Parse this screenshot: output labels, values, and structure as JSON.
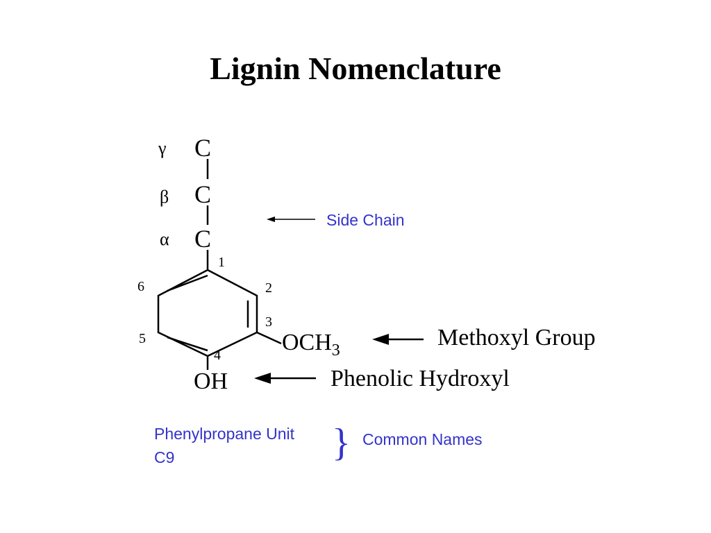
{
  "title": "Lignin Nomenclature",
  "greek": {
    "gamma": "γ",
    "beta": "β",
    "alpha": "α"
  },
  "carbons": {
    "c_gamma": "C",
    "c_beta": "C",
    "c_alpha": "C"
  },
  "ring_positions": {
    "p1": "1",
    "p2": "2",
    "p3": "3",
    "p4": "4",
    "p5": "5",
    "p6": "6"
  },
  "substituents": {
    "och": "OCH",
    "och_sub": "3",
    "oh": "OH"
  },
  "labels": {
    "side_chain": "Side Chain",
    "methoxyl_group": "Methoxyl Group",
    "phenolic_hydroxyl": "Phenolic Hydroxyl",
    "phenylpropane_unit": "Phenylpropane Unit",
    "c9": "C9",
    "brace": "}",
    "common_names": "Common Names"
  },
  "colors": {
    "annotation_blue": "#3333cc",
    "structure_black": "#000000"
  }
}
